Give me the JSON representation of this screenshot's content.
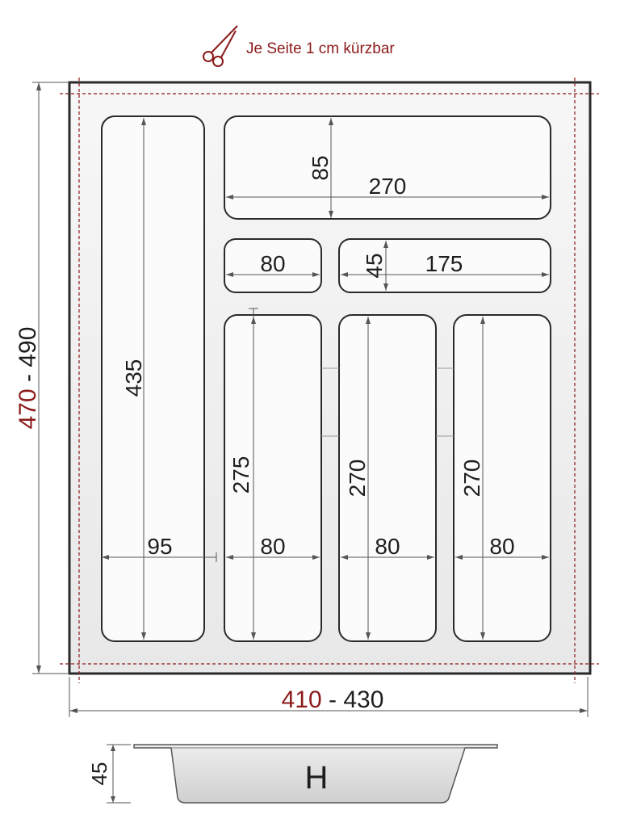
{
  "header": {
    "cut_note": "Je Seite 1 cm kürzbar",
    "scissors_icon": "scissors-icon"
  },
  "overall": {
    "width_min": "410",
    "width_sep": " - ",
    "width_max": "430",
    "height_min": "470",
    "height_sep": " - ",
    "height_max": "490"
  },
  "compartments": {
    "left_tall": {
      "height": "435",
      "width": "95"
    },
    "top_wide": {
      "height": "85",
      "width": "270"
    },
    "small_mid": {
      "width": "80"
    },
    "mid_wide": {
      "height": "45",
      "width": "175"
    },
    "bottom_1": {
      "height": "275",
      "width": "80"
    },
    "bottom_2": {
      "height": "270",
      "width": "80"
    },
    "bottom_3": {
      "height": "270",
      "width": "80"
    }
  },
  "profile": {
    "depth": "45",
    "height_label": "H"
  },
  "colors": {
    "accent_red": "#8b1a1a",
    "tray_fill": "#f2f2f2",
    "outline": "#2a2a2a"
  }
}
